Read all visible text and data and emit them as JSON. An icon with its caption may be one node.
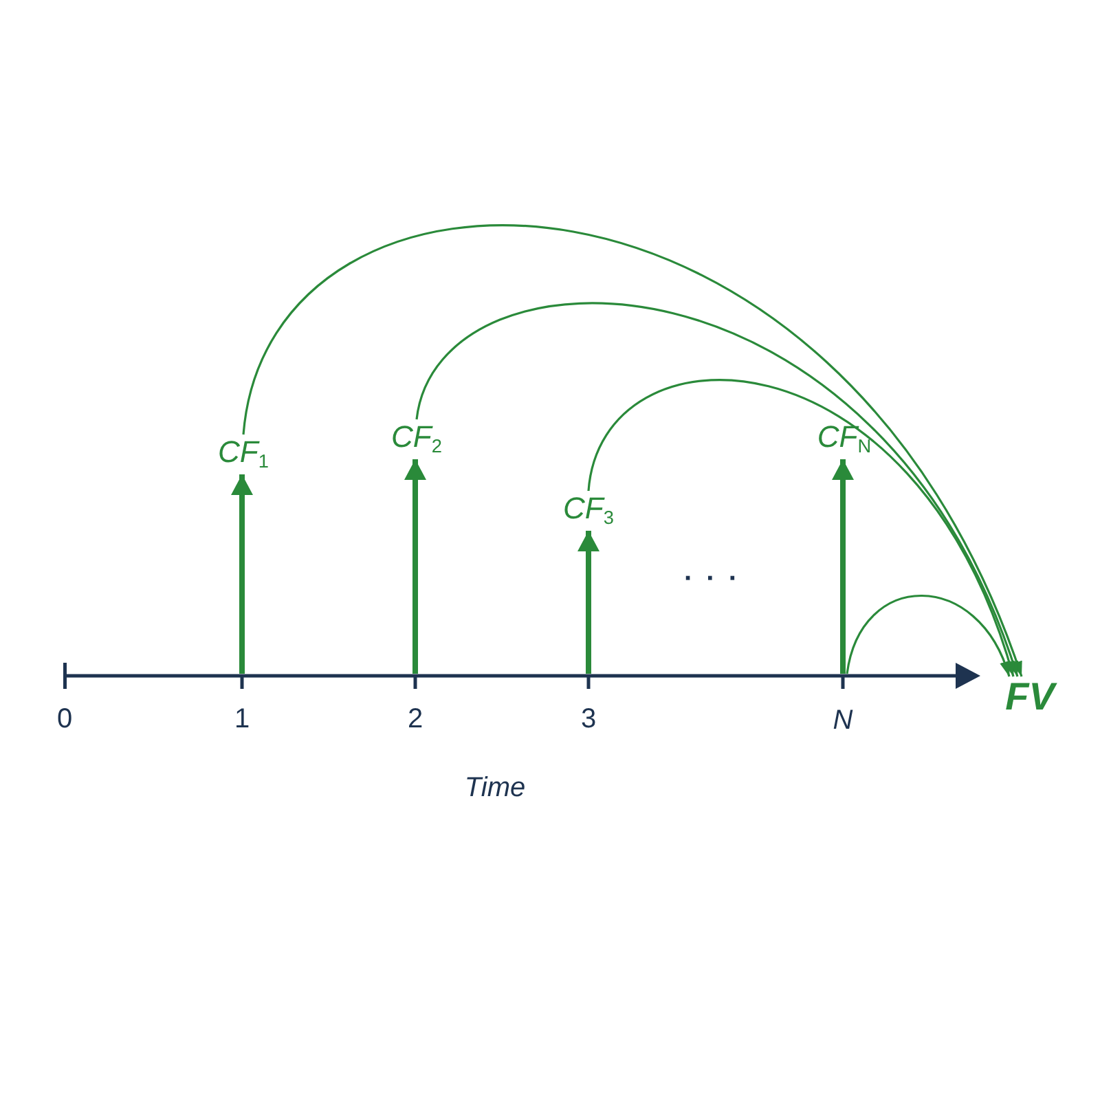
{
  "diagram": {
    "nodes": [
      {
        "text": [
          "CF$_{1}$"
        ]
      },
      {
        "text": [
          "CF$_{2}$"
        ]
      },
      {
        "text": [
          "CF$_{3}$"
        ]
      },
      {
        "text": [
          "CF$_{N}$"
        ]
      },
      {
        "text": [],
        "shape": "line"
      },
      {
        "text": [
          "FV"
        ]
      }
    ],
    "edges": [
      {
        "from": 4,
        "to": 0,
        "arrow": "to",
        "style": "thick"
      },
      {
        "from": 4,
        "to": 1,
        "arrow": "to",
        "style": "thick"
      },
      {
        "from": 4,
        "to": 2,
        "arrow": "to",
        "style": "thick"
      },
      {
        "from": 4,
        "to": 3,
        "arrow": "to",
        "style": "thick"
      },
      {
        "from": 0,
        "to": 5,
        "arrow": "to"
      },
      {
        "from": 1,
        "to": 5,
        "arrow": "to"
      },
      {
        "from": 2,
        "to": 5,
        "arrow": "to"
      },
      {
        "from": 4,
        "to": 5,
        "arrow": "to"
      }
    ],
    "labels": [
      "· · ·",
      "0",
      "1",
      "2",
      "3",
      "N",
      "Time"
    ]
  }
}
